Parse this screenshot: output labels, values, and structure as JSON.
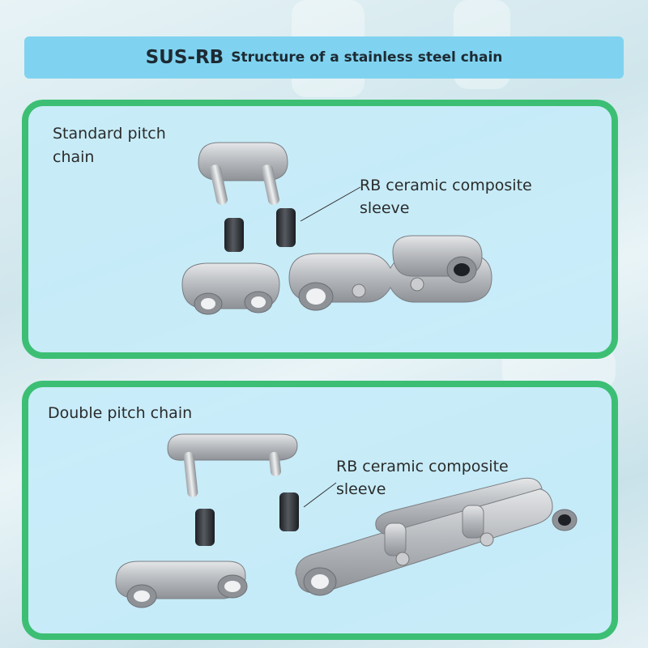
{
  "header": {
    "title_main": "SUS-RB",
    "title_sub": "Structure of a stainless steel chain"
  },
  "panels": [
    {
      "title": "Standard pitch\nchain",
      "callout": "RB ceramic composite\nsleeve"
    },
    {
      "title": "Double pitch chain",
      "callout": "RB ceramic composite\nsleeve"
    }
  ],
  "colors": {
    "title_bar": "#7fd3f0",
    "panel_border": "#3cbf74",
    "panel_fill": "#c6ebf8",
    "steel": "#b9bcc0",
    "sleeve": "#2f3338"
  }
}
